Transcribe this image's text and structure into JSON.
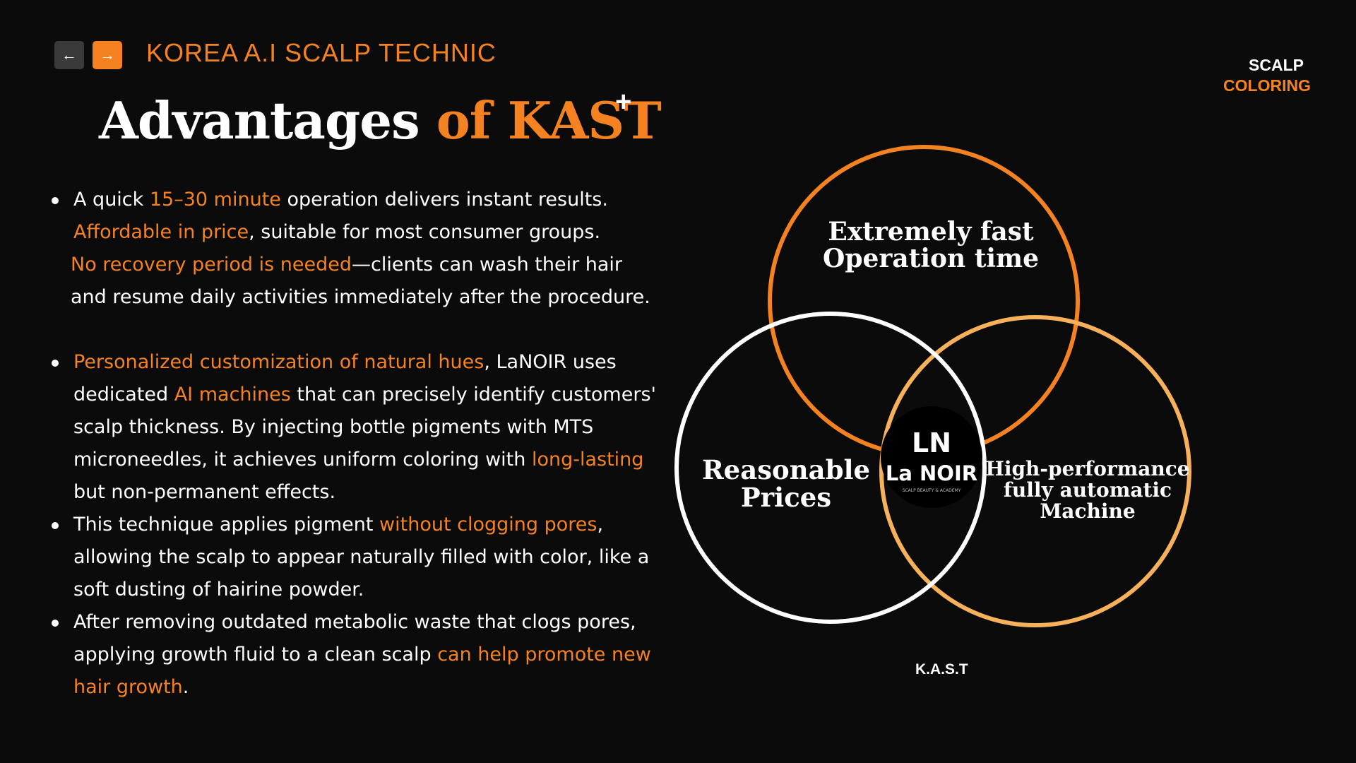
{
  "nav": {
    "back_icon": "←",
    "forward_icon": "→"
  },
  "brand_title": "KOREA A.I SCALP TECHNIC",
  "corner_tag": {
    "line1": "SCALP",
    "line2": "COLORING"
  },
  "heading": {
    "white": "Advantages ",
    "orange": "of KAST"
  },
  "plus": "+",
  "bullets": [
    [
      [
        {
          "t": "A quick ",
          "o": false
        },
        {
          "t": "15–30 minute",
          "o": true
        },
        {
          "t": " operation delivers instant results.",
          "o": false
        }
      ],
      [
        {
          "t": "Affordable in price",
          "o": true
        },
        {
          "t": ", suitable for most consumer groups.",
          "o": false
        }
      ],
      [
        {
          "t": "No recovery period is needed",
          "o": true
        },
        {
          "t": "—clients can wash their hair",
          "o": false
        }
      ],
      [
        {
          "t": "and resume daily activities immediately after the procedure.",
          "o": false
        }
      ]
    ],
    [
      [
        {
          "t": "Personalized customization of natural hues",
          "o": true
        },
        {
          "t": ", LaNOIR uses",
          "o": false
        }
      ],
      [
        {
          "t": "dedicated ",
          "o": false
        },
        {
          "t": "AI machines",
          "o": true
        },
        {
          "t": " that can precisely identify customers'",
          "o": false
        }
      ],
      [
        {
          "t": "scalp thickness. By injecting bottle pigments with MTS",
          "o": false
        }
      ],
      [
        {
          "t": "microneedles, it achieves uniform coloring with ",
          "o": false
        },
        {
          "t": "long-lasting",
          "o": true
        }
      ],
      [
        {
          "t": "but non-permanent effects.",
          "o": false
        }
      ]
    ],
    [
      [
        {
          "t": "This technique applies pigment ",
          "o": false
        },
        {
          "t": "without clogging pores",
          "o": true
        },
        {
          "t": ",",
          "o": false
        }
      ],
      [
        {
          "t": "allowing the scalp to appear naturally filled with color, like a",
          "o": false
        }
      ],
      [
        {
          "t": "soft dusting of  hairine powder.",
          "o": false
        }
      ]
    ],
    [
      [
        {
          "t": "After removing outdated metabolic waste that clogs pores,",
          "o": false
        }
      ],
      [
        {
          "t": "applying growth fluid to a clean scalp ",
          "o": false
        },
        {
          "t": "can help promote new",
          "o": true
        }
      ],
      [
        {
          "t": "hair growth",
          "o": true
        },
        {
          "t": ".",
          "o": false
        }
      ]
    ]
  ],
  "venn": {
    "top": [
      "Extremely fast",
      "Operation time"
    ],
    "left": [
      "Reasonable",
      "Prices"
    ],
    "right": [
      "High-performance",
      "fully automatic",
      "Machine"
    ],
    "logo_initials": "LN",
    "logo_name": "La NOIR",
    "logo_sub": "SCALP BEAUTY & ACADEMY"
  },
  "footer": "K.A.S.T",
  "colors": {
    "background": "#0b0b0b",
    "accent": "#f58220",
    "circle_top": "#f58220",
    "circle_left": "#ffffff",
    "circle_right": "#f7b15a"
  }
}
